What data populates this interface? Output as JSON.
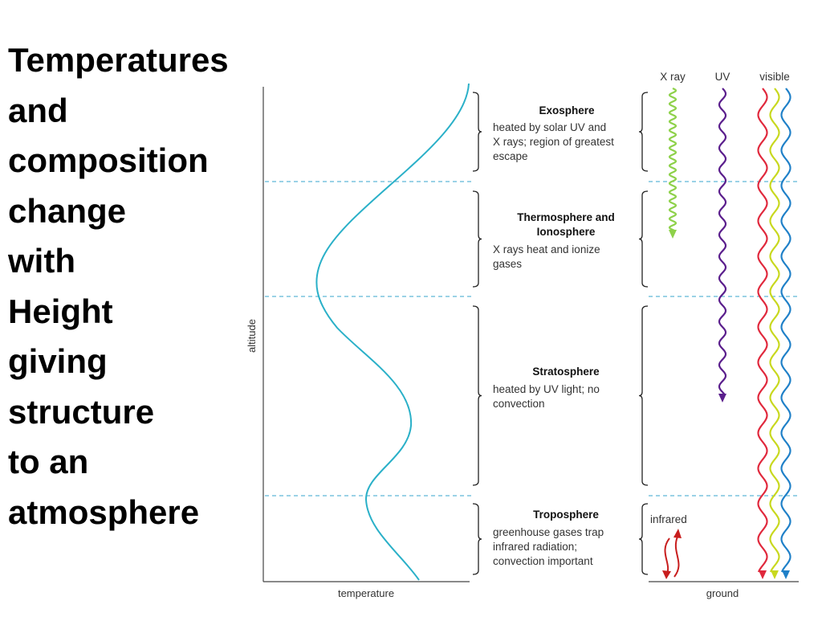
{
  "title_lines": [
    "Temperatures",
    "and",
    "composition",
    "change",
    "with",
    "Height",
    "giving",
    "structure",
    "to an",
    "atmosphere"
  ],
  "axes": {
    "y_label": "altitude",
    "x_label": "temperature",
    "ground_label": "ground"
  },
  "radiation": {
    "xray": "X ray",
    "uv": "UV",
    "visible": "visible",
    "infrared": "infrared"
  },
  "layers": [
    {
      "name": [
        "Exosphere"
      ],
      "desc": [
        "heated by solar UV and",
        "X rays; region of greatest",
        "escape"
      ]
    },
    {
      "name": [
        "Thermosphere and",
        "Ionosphere"
      ],
      "desc": [
        "X rays heat and ionize",
        "gases"
      ]
    },
    {
      "name": [
        "Stratosphere"
      ],
      "desc": [
        "heated by UV light; no",
        "convection"
      ]
    },
    {
      "name": [
        "Troposphere"
      ],
      "desc": [
        "greenhouse gases trap",
        "infrared radiation;",
        "convection important"
      ]
    }
  ],
  "colors": {
    "curve": "#2ab0c8",
    "boundary": "#5fb8d8",
    "xray": "#8ed14a",
    "uv": "#5a1e8c",
    "visible_red": "#e0283c",
    "visible_yellow": "#c8d81e",
    "visible_blue": "#1f80c8",
    "infrared": "#c81e1e"
  }
}
